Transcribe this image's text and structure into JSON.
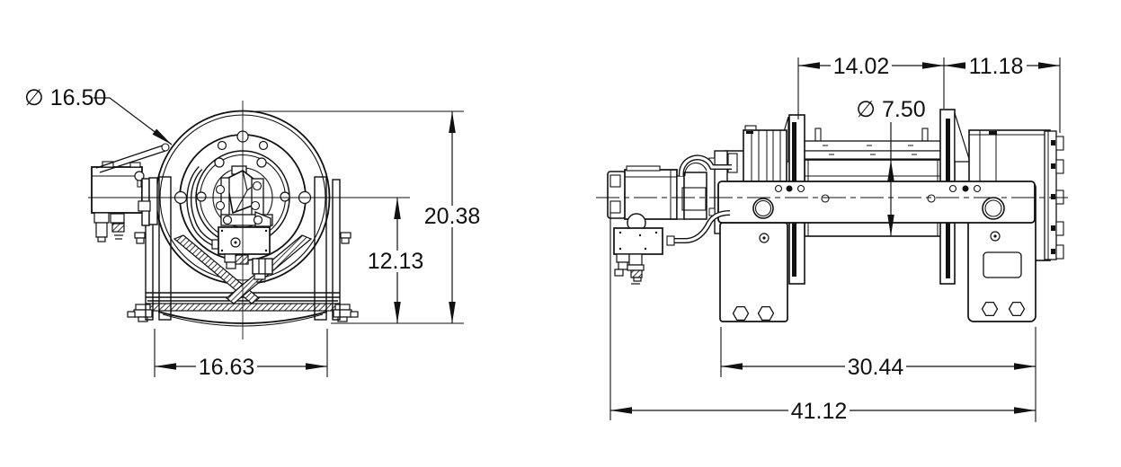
{
  "drawing": {
    "background_color": "#ffffff",
    "line_color": "#111111",
    "views": {
      "front": {
        "name": "winch-end-view",
        "dims": {
          "flange_diameter": "∅ 16.50",
          "overall_height": "20.38",
          "centerline_height": "12.13",
          "base_width": "16.63"
        }
      },
      "side": {
        "name": "winch-side-view",
        "dims": {
          "drum_length": "14.02",
          "end_section_length": "11.18",
          "drum_core_diameter": "∅ 7.50",
          "frame_length": "30.44",
          "overall_length": "41.12"
        }
      }
    }
  }
}
